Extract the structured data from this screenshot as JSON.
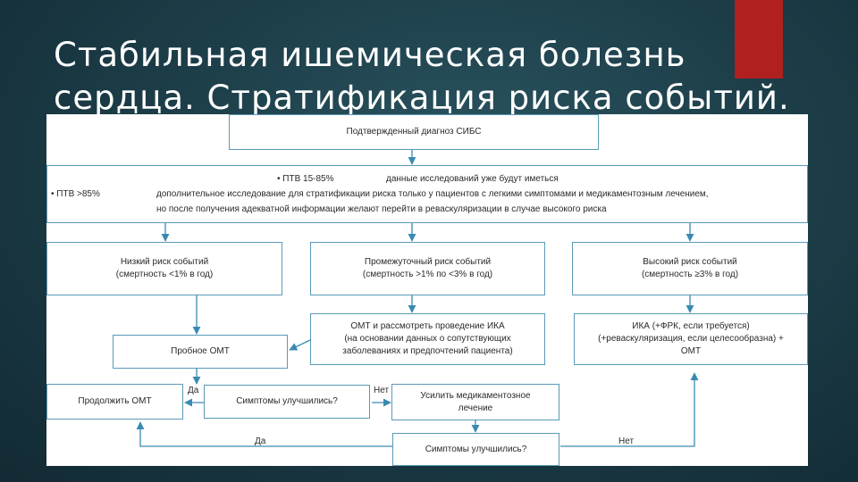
{
  "slide": {
    "title_line1": "Стабильная ишемическая болезнь",
    "title_line2": "сердца. Стратификация риска событий.",
    "accent_color": "#b0201e"
  },
  "flowchart": {
    "confirmed": "Подтвержденный диагноз СИБС",
    "ptv_middle": "• ПТВ 15-85%",
    "ptv_middle_result": "данные исследований уже будут иметься",
    "ptv_high": "• ПТВ >85%",
    "further_testing_line1": "дополнительное исследование для стратификации риска только у пациентов с легкими симптомами и медикаментозным лечением,",
    "further_testing_line2": "но после получения адекватной информации желают перейти в реваскуляризации в случае высокого риска",
    "low_risk_title": "Низкий риск событий",
    "low_risk_detail": "(смертность <1% в год)",
    "mid_risk_title": "Промежуточный риск событий",
    "mid_risk_detail": "(смертность >1% по <3% в год)",
    "high_risk_title": "Высокий риск событий",
    "high_risk_detail": "(смертность ≥3% в год)",
    "omt_consider_line1": "ОМТ и рассмотреть проведение ИКА",
    "omt_consider_line2": "(на основании данных о сопутствующих",
    "omt_consider_line3": "заболеваниях и предпочтений пациента)",
    "ika_line1": "ИКА (+ФРК, если требуется)",
    "ika_line2": "(+реваскуляризация, если целесообразна) +",
    "ika_line3": "ОМТ",
    "trial_omt": "Пробное ОМТ",
    "continue_omt": "Продолжить ОМТ",
    "symptoms_improved_1": "Симптомы улучшились?",
    "intensify_line1": "Усилить медикаментозное",
    "intensify_line2": "лечение",
    "symptoms_improved_2": "Симптомы улучшились?",
    "label_yes_1": "Да",
    "label_no_1": "Нет",
    "label_yes_2": "Да",
    "label_no_2": "Нет",
    "border_color": "#5a9ab8",
    "arrow_color": "#3a8ab0"
  }
}
